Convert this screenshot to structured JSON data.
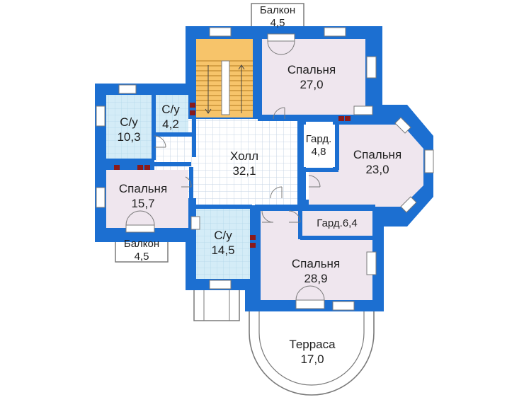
{
  "colors": {
    "wall": "#1c6fd1",
    "room_pink": "#efe6ee",
    "room_bath": "#d4ecf7",
    "hall_grid": "#c7d6e4",
    "stair": "#f7c46a",
    "outline": "#7a7a7a",
    "window": "#ffffff",
    "chimney": "#8a1a1a"
  },
  "rooms": {
    "balcony_top": {
      "name": "Балкон",
      "area": "4,5"
    },
    "bedroom_27": {
      "name": "Спальня",
      "area": "27,0"
    },
    "bath_10": {
      "name": "С/у",
      "area": "10,3"
    },
    "bath_4": {
      "name": "С/у",
      "area": "4,2"
    },
    "hall": {
      "name": "Холл",
      "area": "32,1"
    },
    "wardrobe_48": {
      "name": "Гард.",
      "area": "4,8"
    },
    "bedroom_23": {
      "name": "Спальня",
      "area": "23,0"
    },
    "bedroom_157": {
      "name": "Спальня",
      "area": "15,7"
    },
    "wardrobe_64": {
      "name": "Гард.6,4"
    },
    "bath_145": {
      "name": "С/у",
      "area": "14,5"
    },
    "balcony_bottom": {
      "name": "Балкон",
      "area": "4,5"
    },
    "bedroom_289": {
      "name": "Спальня",
      "area": "28,9"
    },
    "terrace": {
      "name": "Терраса",
      "area": "17,0"
    }
  }
}
